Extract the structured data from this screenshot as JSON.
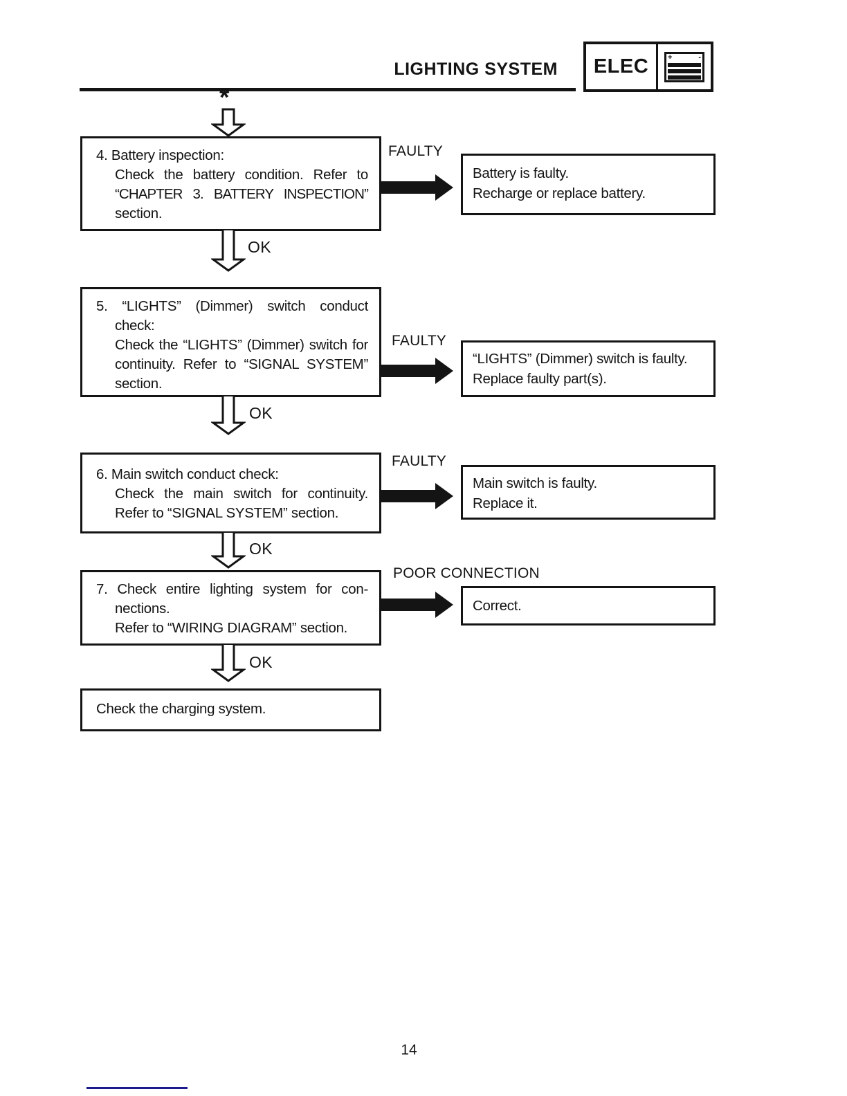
{
  "header": {
    "title": "LIGHTING SYSTEM",
    "badge": {
      "label": "ELEC"
    },
    "battery_icon": {
      "name": "battery-icon",
      "plus": "+",
      "minus": "-"
    }
  },
  "flow": {
    "entry_marker": "*",
    "steps": [
      {
        "lines": [
          "4. Battery inspection:",
          "Check the battery condition. Refer to",
          "“CHAPTER 3. BATTERY INSPECTION”",
          "section."
        ],
        "branch_label": "FAULTY",
        "ok_label": "OK",
        "result_lines": [
          "Battery is faulty.",
          "Recharge or replace battery."
        ]
      },
      {
        "lines": [
          "5. “LIGHTS” (Dimmer) switch conduct",
          "check:",
          "Check the “LIGHTS” (Dimmer) switch for",
          "continuity. Refer to “SIGNAL SYSTEM”",
          "section."
        ],
        "branch_label": "FAULTY",
        "ok_label": "OK",
        "result_lines": [
          "“LIGHTS” (Dimmer) switch is faulty.",
          "Replace faulty part(s)."
        ]
      },
      {
        "lines": [
          "6. Main switch conduct check:",
          "Check the main switch for continuity.",
          "Refer to “SIGNAL SYSTEM” section."
        ],
        "branch_label": "FAULTY",
        "ok_label": "OK",
        "result_lines": [
          "Main switch is faulty.",
          "Replace it."
        ]
      },
      {
        "lines": [
          "7. Check entire lighting system for con-",
          "nections.",
          "Refer to “WIRING DIAGRAM” section."
        ],
        "branch_label": "POOR CONNECTION",
        "ok_label": "OK",
        "result_lines": [
          "Correct."
        ]
      }
    ],
    "final_box": "Check the charging system."
  },
  "footer": {
    "page_number": "14"
  },
  "colors": {
    "ink": "#141414",
    "accent_line": "#1b1b8e",
    "paper": "#ffffff"
  }
}
